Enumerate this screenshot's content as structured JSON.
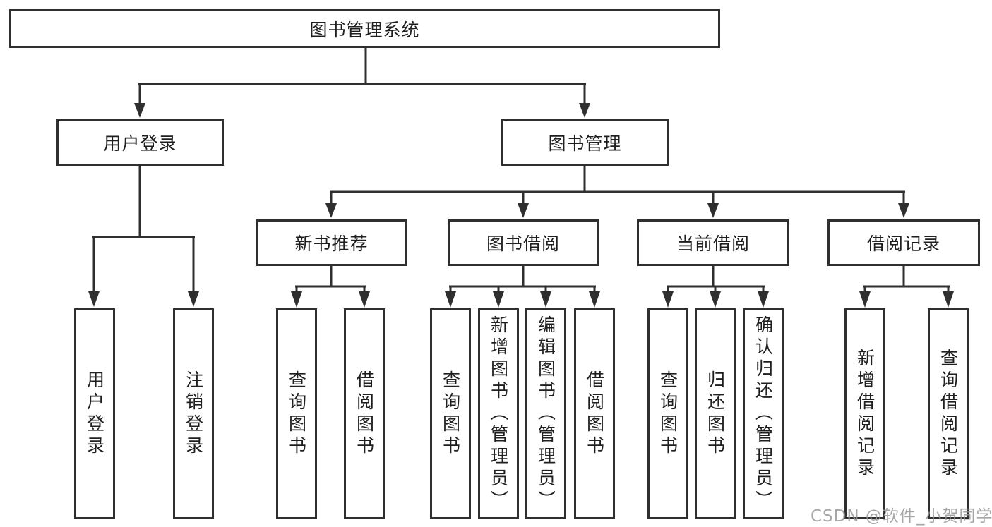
{
  "diagram": {
    "root": {
      "label": "图书管理系统"
    },
    "branches": [
      {
        "label": "用户登录",
        "children": [
          {
            "label": "用户登录"
          },
          {
            "label": "注销登录"
          }
        ]
      },
      {
        "label": "图书管理",
        "children": [
          {
            "label": "新书推荐",
            "children": [
              {
                "label": "查询图书"
              },
              {
                "label": "借阅图书"
              }
            ]
          },
          {
            "label": "图书借阅",
            "children": [
              {
                "label": "查询图书"
              },
              {
                "label": "新增图书（管理员）"
              },
              {
                "label": "编辑图书（管理员）"
              },
              {
                "label": "借阅图书"
              }
            ]
          },
          {
            "label": "当前借阅",
            "children": [
              {
                "label": "查询图书"
              },
              {
                "label": "归还图书"
              },
              {
                "label": "确认归还（管理员）"
              }
            ]
          },
          {
            "label": "借阅记录",
            "children": [
              {
                "label": "新增借阅记录"
              },
              {
                "label": "查询借阅记录"
              }
            ]
          }
        ]
      }
    ],
    "watermark": "CSDN @软件_小贺同学",
    "colors": {
      "line": "#2f2f2f",
      "text": "#1f1f1f",
      "watermark": "#969696",
      "background": "#ffffff"
    }
  }
}
